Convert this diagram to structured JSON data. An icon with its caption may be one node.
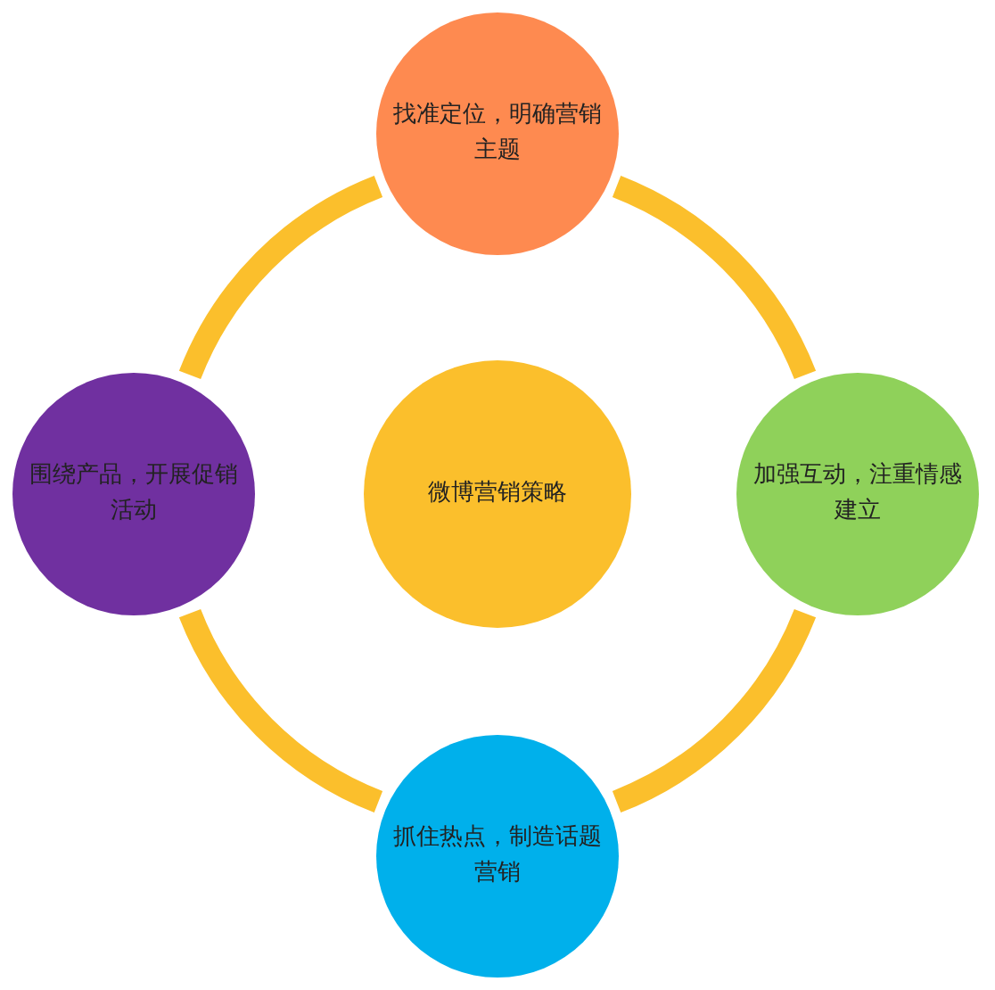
{
  "diagram": {
    "nodes": [
      {
        "text": [
          "找准定位，明确营销主题"
        ]
      },
      {
        "text": [
          "围绕产品，开展促销活动"
        ]
      },
      {
        "text": [
          "微博营销策略"
        ]
      },
      {
        "text": [
          "加强互动，注重情感建立"
        ]
      },
      {
        "text": [
          "抓住热点，制造话题营销"
        ]
      }
    ],
    "edges": [
      {
        "from": 0,
        "to": 3,
        "arrow": "none"
      },
      {
        "from": 3,
        "to": 4,
        "arrow": "none"
      },
      {
        "from": 4,
        "to": 1,
        "arrow": "none"
      },
      {
        "from": 1,
        "to": 0,
        "arrow": "none"
      }
    ]
  }
}
